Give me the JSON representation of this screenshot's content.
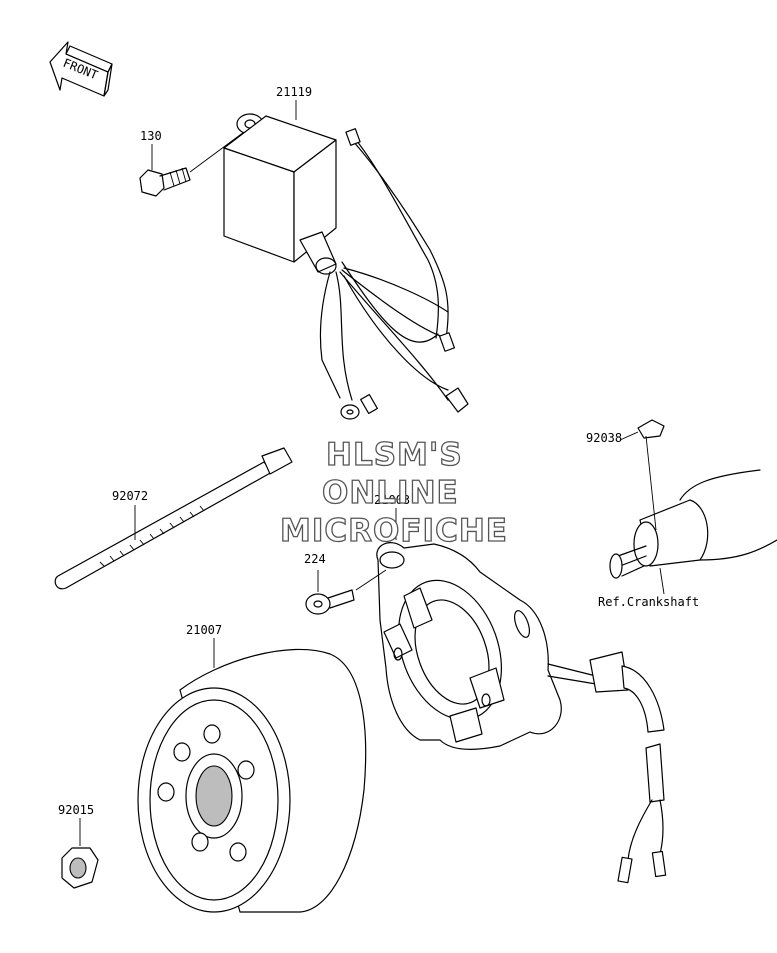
{
  "front_arrow": {
    "label": "FRONT"
  },
  "parts": {
    "p21119": "21119",
    "p130": "130",
    "p92072": "92072",
    "p21003": "21003",
    "p224": "224",
    "p21007": "21007",
    "p92015": "92015",
    "p92038": "92038"
  },
  "ref_crankshaft": "Ref.Crankshaft",
  "watermark": {
    "line1": "HLSM'S",
    "line2": "ONLINE",
    "line3": "MICROFICHE"
  }
}
